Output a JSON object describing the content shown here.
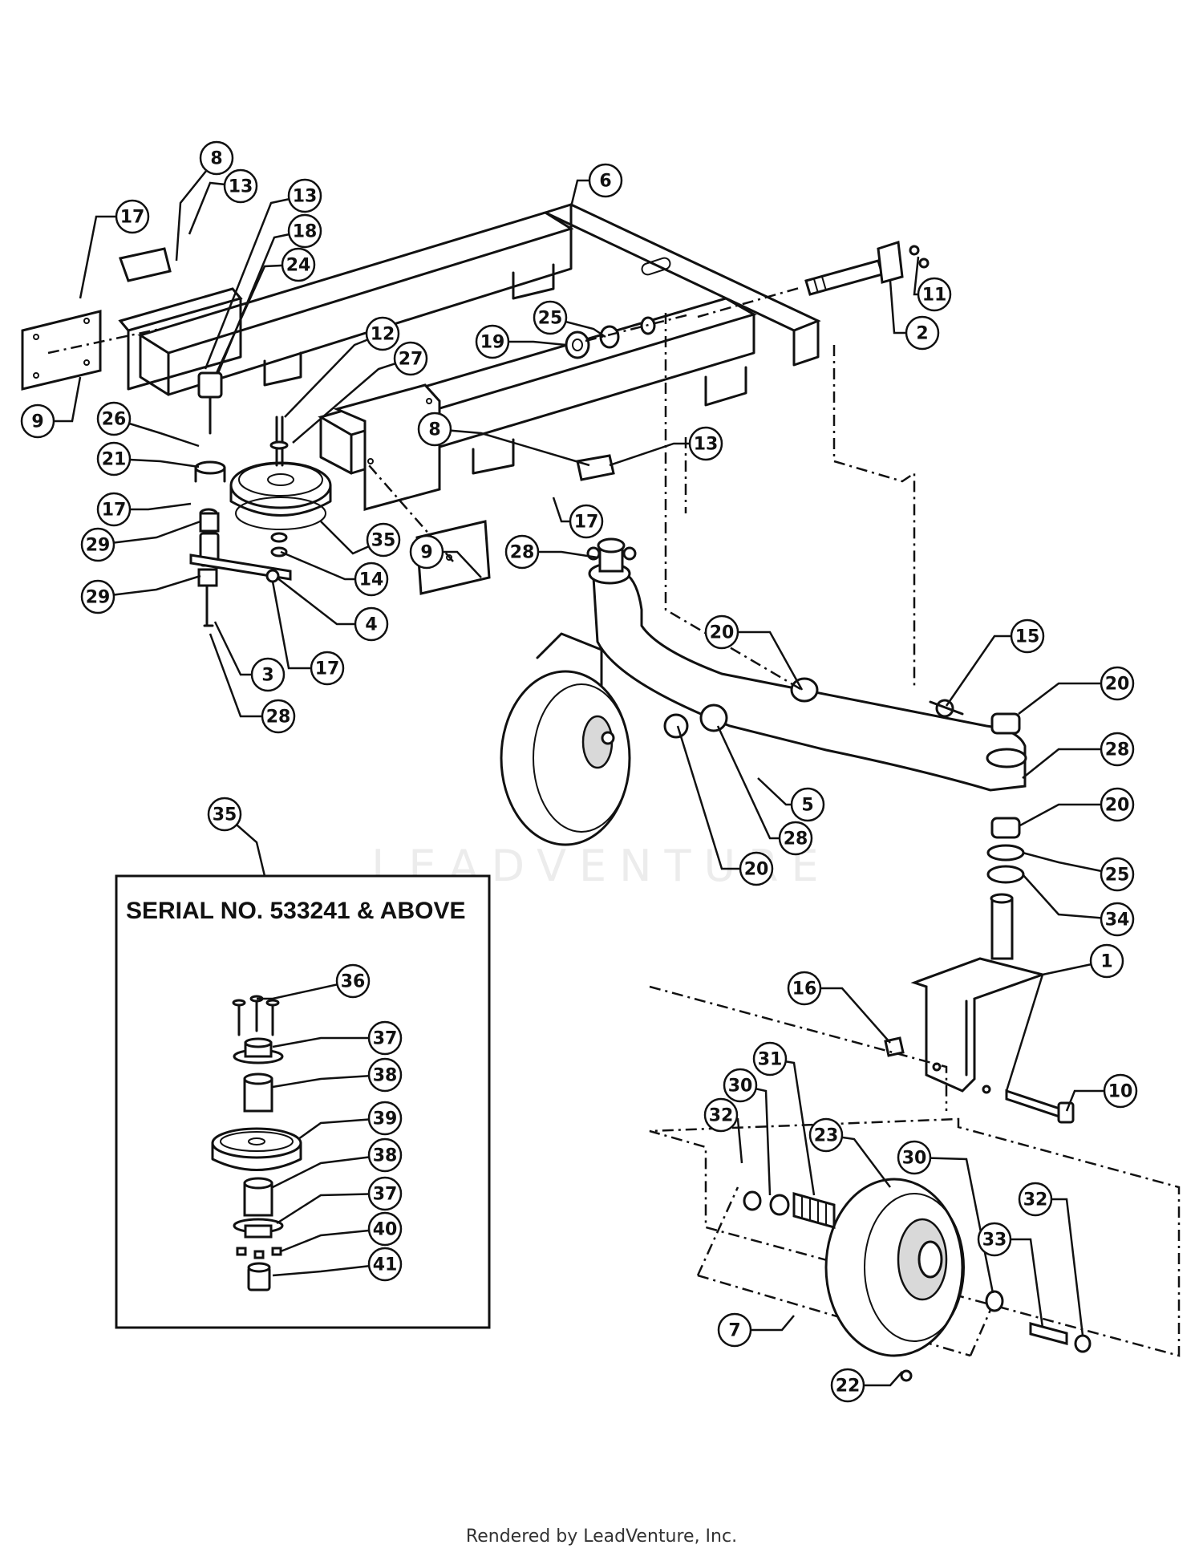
{
  "watermark": "LEADVENTURE",
  "inset": {
    "title": "SERIAL NO. 533241 & ABOVE"
  },
  "footer": "Rendered by LeadVenture, Inc.",
  "callouts": [
    "8",
    "13",
    "13",
    "18",
    "24",
    "17",
    "9",
    "26",
    "21",
    "17",
    "29",
    "29",
    "3",
    "28",
    "12",
    "27",
    "14",
    "35",
    "4",
    "17",
    "6",
    "11",
    "2",
    "25",
    "19",
    "8",
    "13",
    "17",
    "9",
    "28",
    "20",
    "15",
    "20",
    "28",
    "20",
    "5",
    "28",
    "20",
    "25",
    "34",
    "1",
    "16",
    "10",
    "35",
    "36",
    "37",
    "38",
    "39",
    "38",
    "37",
    "40",
    "41",
    "32",
    "30",
    "31",
    "23",
    "30",
    "32",
    "33",
    "7",
    "22"
  ]
}
